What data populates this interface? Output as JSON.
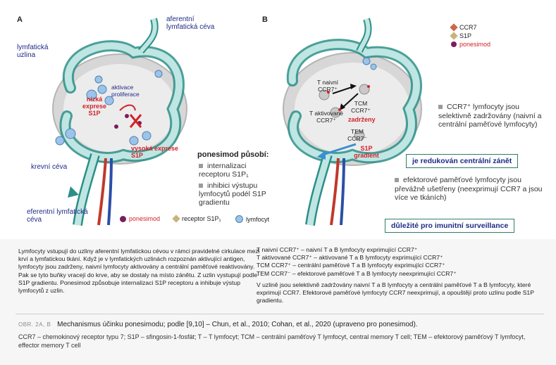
{
  "panel_a": {
    "letter": "A",
    "label_node": "lymfatická uzlina",
    "label_afferent": "aferentní lymfatická céva",
    "label_blood": "krevní céva",
    "label_efferent": "eferentní lymfatická céva",
    "label_low_s1p": "nízká exprese S1P",
    "label_activation": "aktivace proliferace",
    "label_high_s1p": "vysoká exprese S1P",
    "ponesimod_title": "ponesimod působí:",
    "ponesimod_bullets": [
      "internalizaci receptoru S1P₁",
      "inhibici výstupu lymfocytů podél S1P gradientu"
    ],
    "legend": {
      "ponesimod": "ponesimod",
      "receptor": "receptor S1P₁",
      "lymphocyte": "lymfocyt"
    }
  },
  "panel_b": {
    "letter": "B",
    "legend": {
      "ccr7": "CCR7",
      "s1p": "S1P",
      "ponesimod": "ponesimod"
    },
    "cell_t_naive": "T naivní CCR7⁺",
    "cell_t_activated": "T aktivované CCR7⁺",
    "cell_tcm": "TCM CCR7⁺",
    "cell_tcm_retained": "zadrženy",
    "cell_tem": "TEM CCR7⁻",
    "cell_s1p_gradient": "S1P gradient",
    "point1": "CCR7⁺ lymfocyty jsou selektivně zadržovány (naivní a centrální paměťové lymfocyty)",
    "box1": "je redukován centrální zánět",
    "point2": "efektorové paměťové lymfocyty jsou převážně ušetřeny (neexprimují CCR7 a jsou více ve tkáních)",
    "box2": "důležité pro imunitní surveillance"
  },
  "caption_a": "Lymfocyty vstupují do uzliny aferentní lymfatickou cévou v rámci pravidelné cirkulace mezi krví a lymfatickou tkání. Když je v lymfatických uzlinách rozpoznán aktivující antigen, lymfocyty jsou zadrženy, naivní lymfocyty aktivovány a centrální paměťové reaktivovány. Pak se tyto buňky vracejí do krve, aby se dostaly na místo zánětu. Z uzlin vystupují podle S1P gradientu. Ponesimod způsobuje internalizaci S1P receptoru a inhibuje výstup lymfocytů z uzlin.",
  "caption_b_lines": [
    "T naivní CCR7⁺ – naivní T a B lymfocyty exprimující CCR7⁺",
    "T aktivované CCR7⁺ – aktivované T a B lymfocyty exprimující CCR7⁺",
    "TCM CCR7⁺ – centrální paměťové T a B lymfocyty exprimující CCR7⁺",
    "TEM CCR7⁻ – efektorové paměťové T a B lymfocyty neexprimující CCR7⁺"
  ],
  "caption_b_para": "V uzlině jsou selektivně zadržovány naivní T a B lymfocyty a centrální paměťové T a B lymfocyty, které exprimují CCR7. Efektorové paměťové lymfocyty CCR7 neexprimují, a opouštějí proto uzlinu podle S1P gradientu.",
  "figure": {
    "label": "OBR. 2A, B",
    "title": "Mechanismus účinku ponesimodu; podle [9,10] – Chun, et al., 2010; Cohan, et al., 2020 (upraveno pro ponesimod).",
    "abbrev": "CCR7 – chemokinový receptor typu 7; S1P – sfingosin-1-fosfát; T – T lymfocyt; TCM – centrální paměťový T lymfocyt, central memory T cell; TEM – efektorový paměťový T lymfocyt, effector memory T cell"
  },
  "colors": {
    "vessel": "#9fd3cf",
    "vessel_edge": "#2b8f88",
    "node": "#d9d9d9",
    "red": "#d2232a",
    "navy": "#1f2a86",
    "box_border": "#2e7d6c"
  }
}
